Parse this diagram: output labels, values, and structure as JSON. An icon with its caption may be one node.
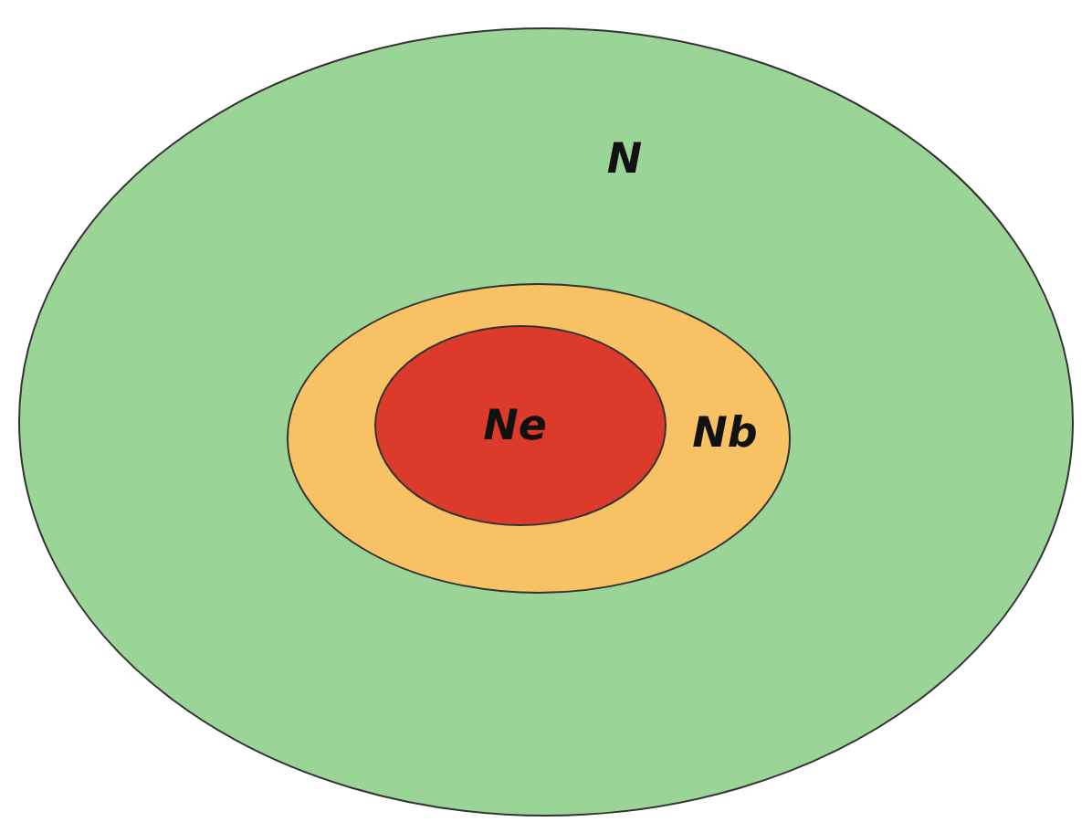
{
  "diagram": {
    "nodes": [
      {
        "text": [
          "N"
        ]
      },
      {
        "text": [
          "Nb"
        ],
        "in": 0
      },
      {
        "text": [
          "Ne"
        ],
        "in": 1
      }
    ]
  }
}
